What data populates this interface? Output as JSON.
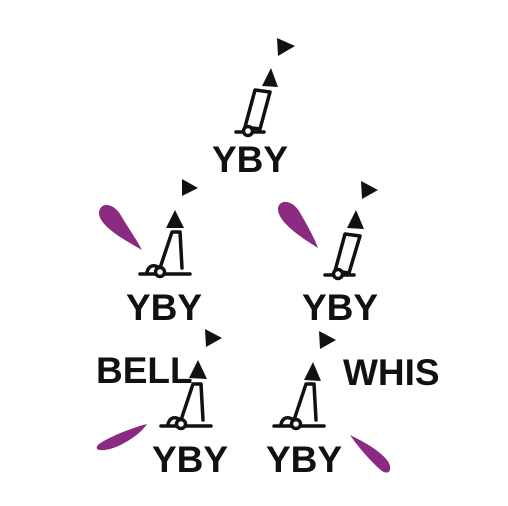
{
  "symbols": [
    {
      "id": "top",
      "label": "YBY",
      "tower": "pillar",
      "extra_label": "",
      "has_flare": false
    },
    {
      "id": "mid-left",
      "label": "YBY",
      "tower": "beacon",
      "extra_label": "",
      "has_flare": true
    },
    {
      "id": "mid-right",
      "label": "YBY",
      "tower": "pillar",
      "extra_label": "",
      "has_flare": true
    },
    {
      "id": "bottom-left",
      "label": "YBY",
      "tower": "beacon",
      "extra_label": "BELL",
      "has_flare": true
    },
    {
      "id": "bottom-right",
      "label": "YBY",
      "tower": "beacon",
      "extra_label": "WHIS",
      "has_flare": true
    }
  ],
  "colors": {
    "ink": "#111111",
    "light_flare": "#8a2a80",
    "background": "#ffffff"
  },
  "icons": [
    "buoy-pillar-icon",
    "buoy-beacon-icon",
    "topmark-triangle-icon",
    "light-flare-icon"
  ]
}
